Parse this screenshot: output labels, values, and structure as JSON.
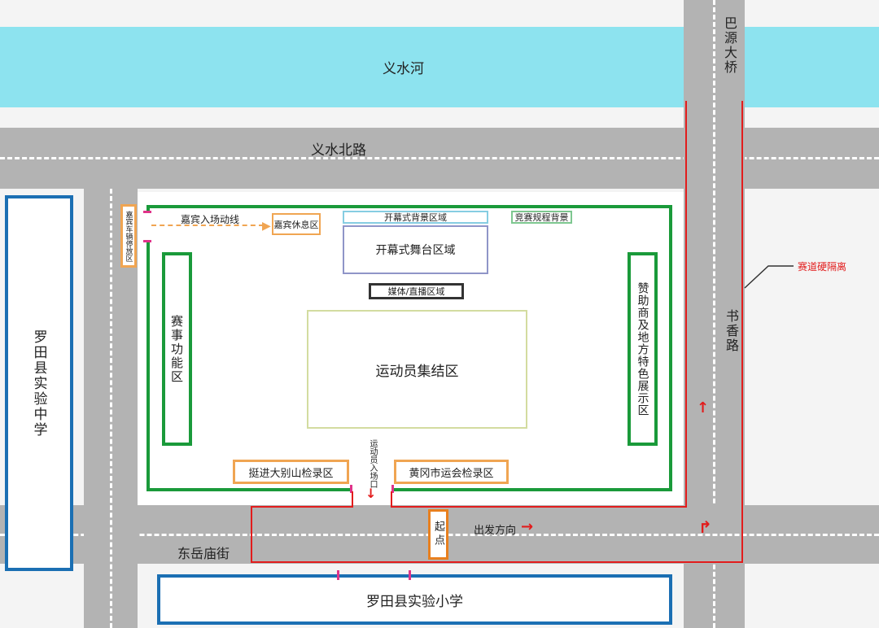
{
  "map": {
    "river": "义水河",
    "bridge": "巴源大桥",
    "north_road": "义水北路",
    "east_road": "书香路",
    "south_street": "东岳庙街",
    "middle_school": "罗田县实验中学",
    "primary_school": "罗田县实验小学",
    "guest_parking": "嘉宾车辆停放区",
    "guest_route": "嘉宾入场动线",
    "guest_lounge": "嘉宾休息区",
    "opening_backdrop": "开幕式背景区域",
    "rules_backdrop": "竞赛规程背景",
    "opening_stage": "开幕式舞台区域",
    "media_zone": "媒体/直播区域",
    "event_function": "赛事功能区",
    "sponsor_zone": "赞助商及地方特色展示区",
    "assembly_zone": "运动员集结区",
    "athlete_entrance": "运动员入场口",
    "checkin_dabie": "挺进大别山检录区",
    "checkin_huanggang": "黄冈市运会检录区",
    "start": "起点",
    "direction": "出发方向",
    "hard_barrier": "赛道硬隔离",
    "colors": {
      "river": "#8de3ef",
      "road": "#b3b3b3",
      "venue_border": "#1a9a3a",
      "school_border": "#1b6fb3",
      "route": "#e21c1c",
      "checkin_border": "#f0a552"
    }
  }
}
